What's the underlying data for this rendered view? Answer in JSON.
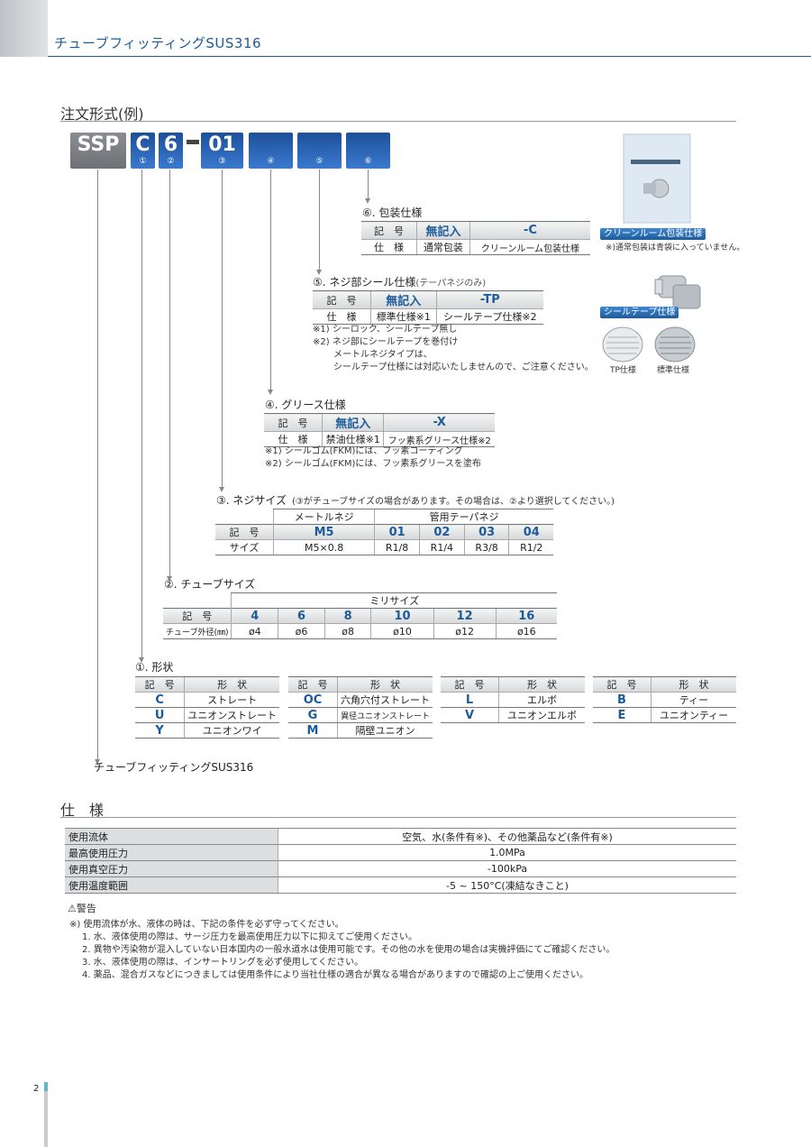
{
  "header": {
    "title": "チューブフィッティングSUS316"
  },
  "order": {
    "section_title": "注文形式(例)",
    "codes": [
      {
        "text": "SSP",
        "num": ""
      },
      {
        "text": "C",
        "num": "①"
      },
      {
        "text": "6",
        "num": "②"
      },
      {
        "text": "01",
        "num": "③"
      },
      {
        "text": "",
        "num": "④"
      },
      {
        "text": "",
        "num": "⑤"
      },
      {
        "text": "",
        "num": "⑥"
      }
    ],
    "base_name": "チューブフィッティングSUS316"
  },
  "packaging": {
    "title": "⑥. 包装仕様",
    "head": [
      "記　号",
      "無記入",
      "-C"
    ],
    "row": [
      "仕　様",
      "通常包装",
      "クリーンルーム包装仕様"
    ],
    "photo_tag": "クリーンルーム包装仕様",
    "photo_note": "※)通常包装は青袋に入っていません。"
  },
  "seal": {
    "title": "⑤. ネジ部シール仕様",
    "title_sub": "(テーパネジのみ)",
    "head": [
      "記　号",
      "無記入",
      "-TP"
    ],
    "row": [
      "仕　様",
      "標準仕様※1",
      "シールテープ仕様※2"
    ],
    "notes": [
      "※1) シーロック、シールテープ無し",
      "※2) ネジ部にシールテープを巻付け",
      "メートルネジタイプは、",
      "シールテープ仕様には対応いたしませんので、ご注意ください。"
    ],
    "photo_tag": "シールテープ仕様",
    "photo_labels": [
      "TP仕様",
      "標準仕様"
    ]
  },
  "grease": {
    "title": "④. グリース仕様",
    "head": [
      "記　号",
      "無記入",
      "-X"
    ],
    "row": [
      "仕　様",
      "禁油仕様※1",
      "フッ素系グリース仕様※2"
    ],
    "notes": [
      "※1) シールゴム(FKM)には、フッ素コーティング",
      "※2) シールゴム(FKM)には、フッ素系グリースを塗布"
    ]
  },
  "thread": {
    "title": "③. ネジサイズ",
    "title_sub": "(③がチューブサイズの場合があります。その場合は、②より選択してください。)",
    "group_metric": "メートルネジ",
    "group_taper": "管用テーパネジ",
    "head": [
      "記　号",
      "M5",
      "01",
      "02",
      "03",
      "04"
    ],
    "row": [
      "サイズ",
      "M5×0.8",
      "R1/8",
      "R1/4",
      "R3/8",
      "R1/2"
    ]
  },
  "tube": {
    "title": "②. チューブサイズ",
    "group": "ミリサイズ",
    "head": [
      "記　号",
      "4",
      "6",
      "8",
      "10",
      "12",
      "16"
    ],
    "row": [
      "チューブ外径(㎜)",
      "ø4",
      "ø6",
      "ø8",
      "ø10",
      "ø12",
      "ø16"
    ]
  },
  "shape": {
    "title": "①. 形状",
    "col_head": [
      "記　号",
      "形　状"
    ],
    "groups": [
      [
        [
          "C",
          "ストレート"
        ],
        [
          "U",
          "ユニオンストレート"
        ],
        [
          "Y",
          "ユニオンワイ"
        ]
      ],
      [
        [
          "OC",
          "六角穴付ストレート"
        ],
        [
          "G",
          "異径ユニオンストレート"
        ],
        [
          "M",
          "隔壁ユニオン"
        ]
      ],
      [
        [
          "L",
          "エルボ"
        ],
        [
          "V",
          "ユニオンエルボ"
        ]
      ],
      [
        [
          "B",
          "ティー"
        ],
        [
          "E",
          "ユニオンティー"
        ]
      ]
    ]
  },
  "spec": {
    "section_title": "仕　様",
    "rows": [
      [
        "使用流体",
        "空気、水(条件有※)、その他薬品など(条件有※)"
      ],
      [
        "最高使用圧力",
        "1.0MPa"
      ],
      [
        "使用真空圧力",
        "-100kPa"
      ],
      [
        "使用温度範囲",
        "-5 ~ 150°C(凍結なきこと)"
      ]
    ]
  },
  "warning": {
    "title": "⚠警告",
    "intro": "※) 使用流体が水、液体の時は、下記の条件を必ず守ってください。",
    "items": [
      "1. 水、液体使用の際は、サージ圧力を最高使用圧力以下に抑えてご使用ください。",
      "2. 異物や汚染物が混入していない日本国内の一般水道水は使用可能です。その他の水を使用の場合は実機評価にてご確認ください。",
      "3. 水、液体使用の際は、インサートリングを必ず使用してください。",
      "4. 薬品、混合ガスなどにつきましては使用条件により当社仕様の適合が異なる場合がありますので確認の上ご使用ください。"
    ]
  },
  "footer": {
    "page": "2"
  }
}
